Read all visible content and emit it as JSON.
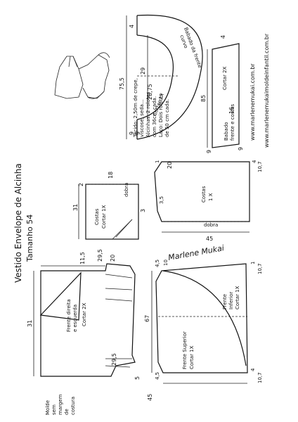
{
  "title": {
    "line1": "Vestido Envelope de Alcinha",
    "line2": "Tamanho 54"
  },
  "fabric_note": {
    "l1": "Tecido: 2,50m de crepe,",
    "l2": "viscose, seda...",
    "l3": "Alcinhas: 2 rolotes",
    "l4": "com 36cm cada.",
    "l5": "Laço: Dois rolotes",
    "l6": "de 50 cm cada."
  },
  "website": {
    "a": "www.marlenemukai.com.br",
    "b": "www.marlenemukaimoldeinfantil.com.br"
  },
  "signature": "Marlene Mukai",
  "side_note": {
    "l1": "Molde",
    "l2": "sem",
    "l3": "margem",
    "l4": "de",
    "l5": "costura"
  },
  "pieces": {
    "ruffle": {
      "name": "Babado da frente",
      "extra": "curvo",
      "cut": "Cortar 1X"
    },
    "straight_ruffle": {
      "name": "Babado",
      "extra": "frente e costas",
      "cut": "Cortar 2X"
    },
    "costas_top": {
      "name": "Costas",
      "cut": "Cortar 1X"
    },
    "costas_skirt": {
      "name": "Costas",
      "cut": "1 X"
    },
    "frente_right": {
      "name": "Frente direita",
      "extra": "e esquerda",
      "cut": "Cortar 2X"
    },
    "frente_inf": {
      "name": "Frente",
      "extra": "Inferior",
      "cut": "Cortar 1X"
    },
    "frente_sup": {
      "name": "Frente Superior",
      "cut": "Cortar 1X"
    }
  },
  "fold_labels": {
    "costas_top": "dobra",
    "costas_skirt": "dobra"
  },
  "measures": {
    "ruffle_outer": "75,5",
    "ruffle_inner": "28,75",
    "ruffle_w": "29",
    "ruffle_small": "4",
    "ruffle_nine_a": "9",
    "ruffle_nine_b": "9",
    "straight_len": "85",
    "straight_top": "4",
    "straight_w": "16",
    "straight_nine_a": "9",
    "straight_nine_b": "9",
    "costas_top_h": "31",
    "costas_top_w": "18",
    "costas_top_a": "3",
    "costas_top_b": "2",
    "skirt_back_w": "45",
    "skirt_back_top": "20",
    "skirt_back_c": "3,5",
    "skirt_back_d": "1",
    "skirt_back_e": "4",
    "skirt_back_f": "10,7",
    "bodice_h": "31",
    "bodice_a": "11,5",
    "bodice_b": "29,5",
    "bodice_c": "20",
    "bodice_d": "29,5",
    "bodice_e": "5",
    "skirt_front_h": "67",
    "skirt_front_w": "45",
    "skirt_front_top": "10",
    "skirt_front_a": "4,5",
    "skirt_front_b": "1",
    "skirt_front_c": "10,7",
    "skirt_front_d": "4",
    "skirt_front_e": "4,5",
    "skirt_front_f": "10,7"
  }
}
